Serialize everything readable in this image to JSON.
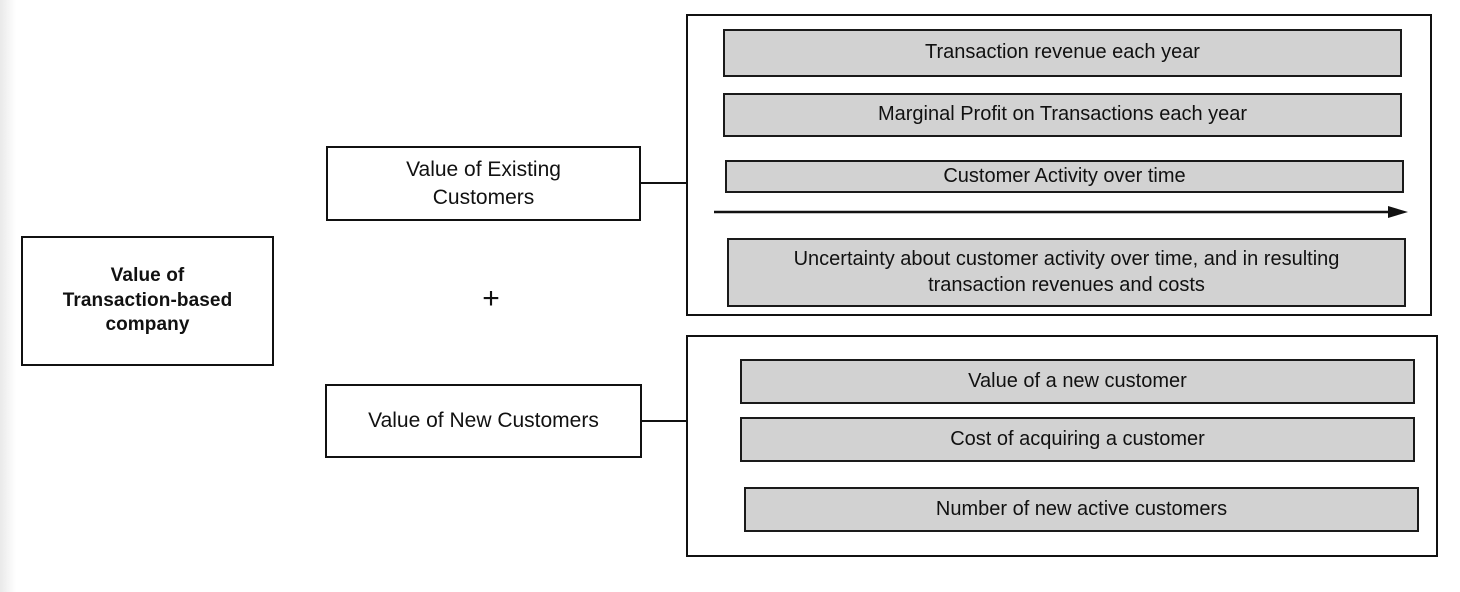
{
  "diagram": {
    "title": "Value of Transaction-based company",
    "type": "tree-breakdown",
    "root": {
      "label": "Value of\nTransaction-based\ncompany"
    },
    "operator": {
      "symbol": "+",
      "meaning": "sum-of-branches"
    },
    "branches": [
      {
        "id": "existing-customers",
        "label": "Value of Existing\nCustomers",
        "drivers": [
          {
            "id": "transaction-revenue",
            "label": "Transaction revenue each year"
          },
          {
            "id": "marginal-profit",
            "label": "Marginal Profit on Transactions each year"
          },
          {
            "id": "customer-activity",
            "label": "Customer Activity over time"
          },
          {
            "id": "uncertainty",
            "label": "Uncertainty about customer activity over time, and in resulting transaction revenues and costs"
          }
        ],
        "arrow": {
          "id": "time-arrow",
          "direction": "right",
          "meaning": "over time"
        }
      },
      {
        "id": "new-customers",
        "label": "Value of New Customers",
        "drivers": [
          {
            "id": "value-new-customer",
            "label": "Value of a new customer"
          },
          {
            "id": "cost-acquiring",
            "label": "Cost of acquiring a customer"
          },
          {
            "id": "number-new-active",
            "label": "Number of new active customers"
          }
        ]
      }
    ],
    "colors": {
      "bar_fill": "#d2d2d2",
      "stroke": "#111111",
      "background": "#ffffff"
    }
  }
}
